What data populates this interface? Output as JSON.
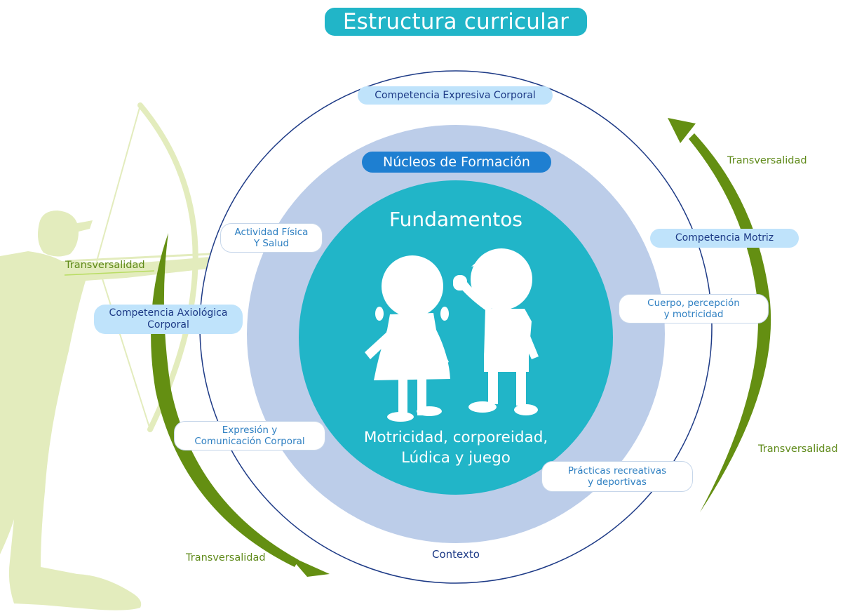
{
  "title": "Estructura curricular",
  "colors": {
    "teal": "#21b5c8",
    "navy": "#1d3a86",
    "ring": "#bccde9",
    "pill_light": "#bfe3fb",
    "text_blue": "#2f80c2",
    "olive": "#5f8a1a",
    "arrow_green": "#648f12",
    "silhouette": "#e3ecbd",
    "nucleos_blue": "#1e7fd1"
  },
  "competencias": {
    "expresiva": "Competencia Expresiva Corporal",
    "motriz": "Competencia Motriz",
    "axiologica_line1": "Competencia Axiológica",
    "axiologica_line2": "Corporal"
  },
  "nucleos": {
    "title": "Núcleos de Formación",
    "actividad_line1": "Actividad Física",
    "actividad_line2": "Y Salud",
    "cuerpo_line1": "Cuerpo, percepción",
    "cuerpo_line2": "y motricidad",
    "expresion_line1": "Expresión y",
    "expresion_line2": "Comunicación Corporal",
    "practicas_line1": "Prácticas recreativas",
    "practicas_line2": "y deportivas"
  },
  "fundamentos": {
    "title": "Fundamentos",
    "line1": "Motricidad, corporeidad,",
    "line2": "Lúdica y juego"
  },
  "contexto": "Contexto",
  "transversalidad": {
    "top_right": "Transversalidad",
    "right": "Transversalidad",
    "left": "Transversalidad",
    "bottom_left": "Transversalidad"
  },
  "icons": [
    "archer-silhouette",
    "children-silhouette",
    "arc-arrow-icon"
  ]
}
